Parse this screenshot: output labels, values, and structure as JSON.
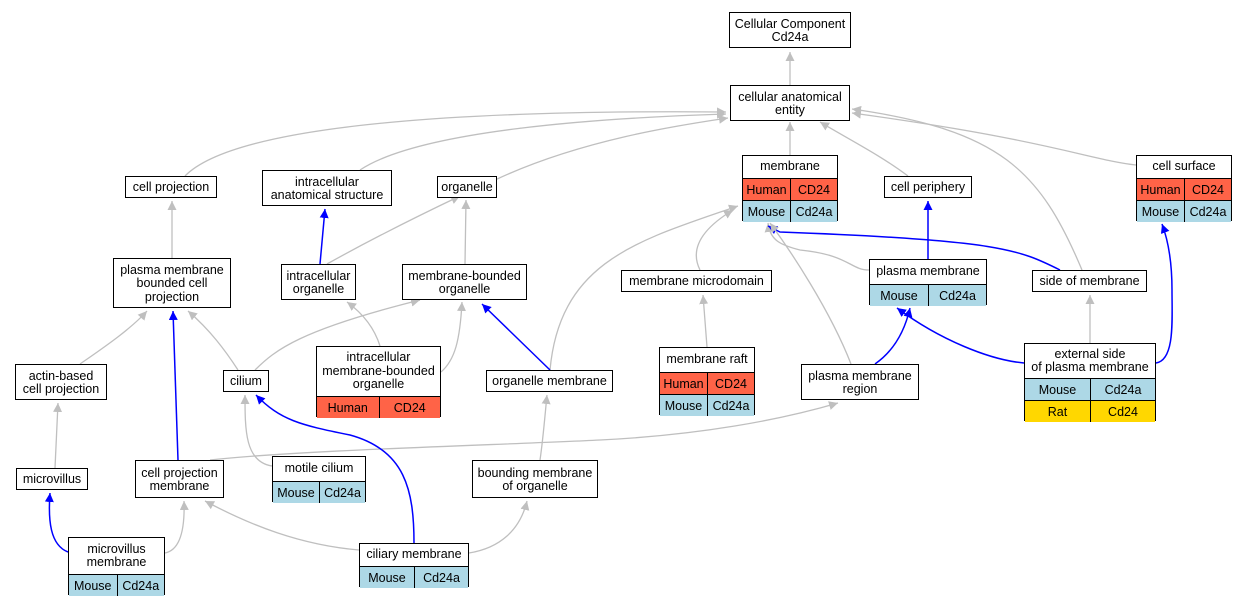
{
  "colors": {
    "human": "#ff6347",
    "mouse": "#add8e6",
    "rat": "#ffd700",
    "is_a_edge": "#bfbfbf",
    "part_of_edge": "#0000ff"
  },
  "nodes": {
    "root": "Cellular Component\nCd24a",
    "cae": "cellular anatomical\nentity",
    "cell_projection": "cell projection",
    "ias": "intracellular\nanatomical structure",
    "organelle": "organelle",
    "membrane": "membrane",
    "cell_periphery": "cell periphery",
    "cell_surface": "cell surface",
    "pmbcp": "plasma membrane\nbounded cell\nprojection",
    "intra_org": "intracellular\norganelle",
    "mbo": "membrane-bounded\norganelle",
    "mem_microdomain": "membrane microdomain",
    "plasma_membrane": "plasma membrane",
    "side_membrane": "side of membrane",
    "actin": "actin-based\ncell projection",
    "cilium": "cilium",
    "imbo": "intracellular\nmembrane-bounded\norganelle",
    "org_membrane": "organelle membrane",
    "mem_raft": "membrane raft",
    "pm_region": "plasma membrane\nregion",
    "ext_side": "external side\nof plasma membrane",
    "microvillus": "microvillus",
    "cp_membrane": "cell projection\nmembrane",
    "motile_cilium": "motile cilium",
    "bmo": "bounding membrane\nof organelle",
    "mv_membrane": "microvillus\nmembrane",
    "ciliary_membrane": "ciliary membrane"
  },
  "annotations": {
    "membrane": [
      [
        "Human",
        "CD24"
      ],
      [
        "Mouse",
        "Cd24a"
      ]
    ],
    "cell_surface": [
      [
        "Human",
        "CD24"
      ],
      [
        "Mouse",
        "Cd24a"
      ]
    ],
    "plasma_membrane": [
      [
        "Mouse",
        "Cd24a"
      ]
    ],
    "imbo": [
      [
        "Human",
        "CD24"
      ]
    ],
    "mem_raft": [
      [
        "Human",
        "CD24"
      ],
      [
        "Mouse",
        "Cd24a"
      ]
    ],
    "ext_side": [
      [
        "Mouse",
        "Cd24a"
      ],
      [
        "Rat",
        "Cd24"
      ]
    ],
    "motile_cilium": [
      [
        "Mouse",
        "Cd24a"
      ]
    ],
    "mv_membrane": [
      [
        "Mouse",
        "Cd24a"
      ]
    ],
    "ciliary_membrane": [
      [
        "Mouse",
        "Cd24a"
      ]
    ]
  },
  "edges": [
    {
      "from": "cae",
      "to": "root",
      "type": "is_a"
    },
    {
      "from": "cell_projection",
      "to": "cae",
      "type": "is_a"
    },
    {
      "from": "ias",
      "to": "cae",
      "type": "is_a"
    },
    {
      "from": "organelle",
      "to": "cae",
      "type": "is_a"
    },
    {
      "from": "membrane",
      "to": "cae",
      "type": "is_a"
    },
    {
      "from": "cell_periphery",
      "to": "cae",
      "type": "is_a"
    },
    {
      "from": "cell_surface",
      "to": "cae",
      "type": "is_a"
    },
    {
      "from": "side_membrane",
      "to": "cae",
      "type": "is_a"
    },
    {
      "from": "pmbcp",
      "to": "cell_projection",
      "type": "is_a"
    },
    {
      "from": "intra_org",
      "to": "ias",
      "type": "part_of"
    },
    {
      "from": "intra_org",
      "to": "organelle",
      "type": "is_a"
    },
    {
      "from": "mbo",
      "to": "organelle",
      "type": "is_a"
    },
    {
      "from": "mem_microdomain",
      "to": "membrane",
      "type": "is_a"
    },
    {
      "from": "plasma_membrane",
      "to": "membrane",
      "type": "is_a"
    },
    {
      "from": "plasma_membrane",
      "to": "cell_periphery",
      "type": "part_of"
    },
    {
      "from": "side_membrane",
      "to": "membrane",
      "type": "part_of"
    },
    {
      "from": "org_membrane",
      "to": "membrane",
      "type": "is_a"
    },
    {
      "from": "pm_region",
      "to": "membrane",
      "type": "is_a"
    },
    {
      "from": "ext_side",
      "to": "cell_surface",
      "type": "part_of"
    },
    {
      "from": "actin",
      "to": "pmbcp",
      "type": "is_a"
    },
    {
      "from": "cilium",
      "to": "pmbcp",
      "type": "is_a"
    },
    {
      "from": "cilium",
      "to": "mbo",
      "type": "is_a"
    },
    {
      "from": "imbo",
      "to": "intra_org",
      "type": "is_a"
    },
    {
      "from": "imbo",
      "to": "mbo",
      "type": "is_a"
    },
    {
      "from": "org_membrane",
      "to": "mbo",
      "type": "part_of"
    },
    {
      "from": "mem_raft",
      "to": "mem_microdomain",
      "type": "is_a"
    },
    {
      "from": "pm_region",
      "to": "plasma_membrane",
      "type": "part_of"
    },
    {
      "from": "ext_side",
      "to": "plasma_membrane",
      "type": "part_of"
    },
    {
      "from": "ext_side",
      "to": "side_membrane",
      "type": "is_a"
    },
    {
      "from": "microvillus",
      "to": "actin",
      "type": "is_a"
    },
    {
      "from": "cp_membrane",
      "to": "pmbcp",
      "type": "part_of"
    },
    {
      "from": "cp_membrane",
      "to": "pm_region",
      "type": "is_a"
    },
    {
      "from": "motile_cilium",
      "to": "cilium",
      "type": "is_a"
    },
    {
      "from": "bmo",
      "to": "org_membrane",
      "type": "is_a"
    },
    {
      "from": "mv_membrane",
      "to": "microvillus",
      "type": "part_of"
    },
    {
      "from": "mv_membrane",
      "to": "cp_membrane",
      "type": "is_a"
    },
    {
      "from": "ciliary_membrane",
      "to": "cilium",
      "type": "part_of"
    },
    {
      "from": "ciliary_membrane",
      "to": "cp_membrane",
      "type": "is_a"
    },
    {
      "from": "ciliary_membrane",
      "to": "bmo",
      "type": "is_a"
    }
  ]
}
